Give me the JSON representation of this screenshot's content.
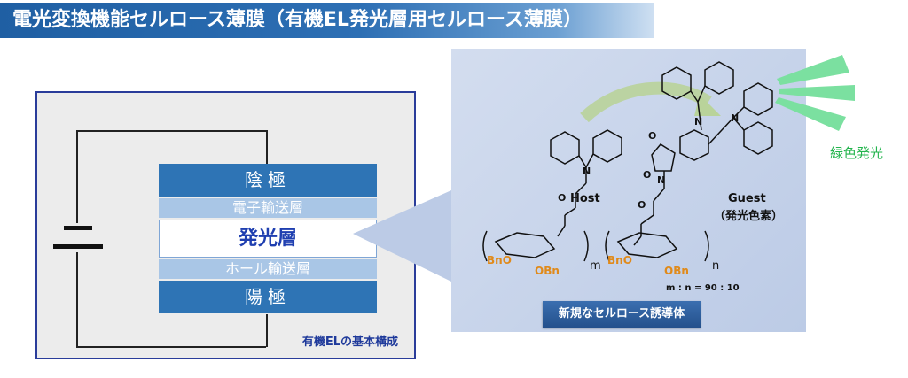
{
  "title": "電光変換機能セルロース薄膜（有機EL発光層用セルロース薄膜）",
  "el_diagram": {
    "layers": [
      "陰極",
      "電子輸送層",
      "発光層",
      "ホール輸送層",
      "陽極"
    ],
    "caption": "有機ELの基本構成"
  },
  "molecule": {
    "host_label": "Host",
    "guest_label": "Guest",
    "guest_sub": "（発光色素）",
    "bno_left": "BnO",
    "obn_left": "OBn",
    "bno_right": "BnO",
    "obn_right": "OBn",
    "m_label": "m",
    "n_label": "n",
    "ratio": "m : n = 90 : 10",
    "derivative_label": "新規なセルロース誘導体"
  },
  "emission_label": "緑色発光",
  "colors": {
    "accent_blue": "#2e74b5",
    "emission_green": "#22b44c",
    "sub_orange": "#e08a1a"
  }
}
